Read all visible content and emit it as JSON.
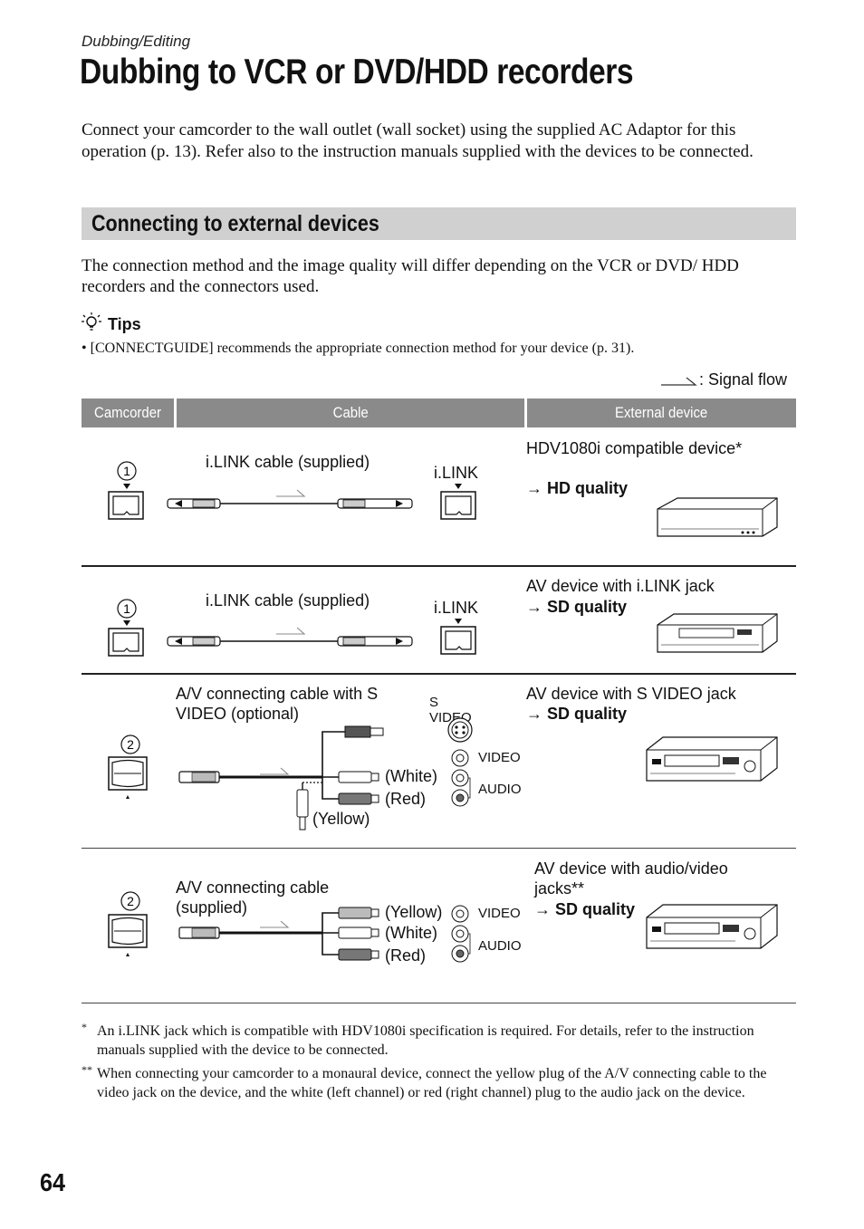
{
  "header": {
    "section": "Dubbing/Editing",
    "title": "Dubbing to VCR or DVD/HDD recorders"
  },
  "intro": "Connect your camcorder to the wall outlet (wall socket) using the supplied AC Adaptor for this operation (p. 13). Refer also to the instruction manuals supplied with the devices to be connected.",
  "section": {
    "title": "Connecting to external devices",
    "lead": "The connection method and the image quality will differ depending on the VCR or DVD/ HDD recorders and the connectors used."
  },
  "tips": {
    "label": "Tips",
    "items": [
      "[CONNECTGUIDE] recommends the appropriate connection method for your device (p. 31)."
    ]
  },
  "legend": {
    "signal_flow": ": Signal flow"
  },
  "table": {
    "headers": [
      "Camcorder",
      "Cable",
      "External device"
    ],
    "rows": [
      {
        "camcorder_jack": "1",
        "cable": "i.LINK cable (supplied)",
        "device_jack": "i.LINK",
        "device": "HDV1080i compatible device*",
        "quality": "HD quality"
      },
      {
        "camcorder_jack": "1",
        "cable": "i.LINK cable (supplied)",
        "device_jack": "i.LINK",
        "device": "AV device with i.LINK jack",
        "quality": "SD quality"
      },
      {
        "camcorder_jack": "2",
        "cable": "A/V connecting cable with S VIDEO (optional)",
        "plugs": [
          "(White)",
          "(Red)",
          "(Yellow)"
        ],
        "jacks": [
          "S VIDEO",
          "VIDEO",
          "AUDIO"
        ],
        "device": "AV device with S VIDEO jack",
        "quality": "SD quality"
      },
      {
        "camcorder_jack": "2",
        "cable": "A/V connecting cable (supplied)",
        "plugs": [
          "(Yellow)",
          "(White)",
          "(Red)"
        ],
        "jacks": [
          "VIDEO",
          "AUDIO"
        ],
        "device": "AV device with audio/video jacks**",
        "quality": "SD quality"
      }
    ]
  },
  "footnotes": [
    {
      "mark": "*",
      "text": "An i.LINK jack which is compatible with HDV1080i specification is required. For details, refer to the instruction manuals supplied with the device to be connected."
    },
    {
      "mark": "**",
      "text": "When connecting your camcorder to a monaural device, connect the yellow plug of the A/V connecting cable to the video jack on the device, and the white (left channel) or red (right channel) plug to the audio jack on the device."
    }
  ],
  "page_number": "64",
  "colors": {
    "band": "#d0d0d0",
    "table_header": "#8a8a8a"
  }
}
